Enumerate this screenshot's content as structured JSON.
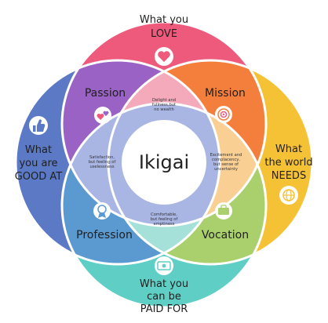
{
  "center_label": "Ikigai",
  "outer": {
    "love": {
      "line1": "What you",
      "line2": "LOVE",
      "icon": "heart-icon",
      "color": "#ee5a7c"
    },
    "needs": {
      "line1": "What",
      "line2": "the world",
      "line3": "NEEDS",
      "icon": "globe-icon",
      "color": "#f6c235"
    },
    "paid": {
      "line1": "What you",
      "line2": "can be",
      "line3": "PAID FOR",
      "icon": "money-icon",
      "color": "#5fcfc6"
    },
    "good": {
      "line1": "What",
      "line2": "you are",
      "line3": "GOOD AT",
      "icon": "thumbs-up-icon",
      "color": "#5b79c4"
    }
  },
  "overlaps": {
    "passion": {
      "label": "Passion",
      "icon": "hearts-icon",
      "color": "#9a62c4"
    },
    "mission": {
      "label": "Mission",
      "icon": "target-icon",
      "color": "#f47f3c"
    },
    "vocation": {
      "label": "Vocation",
      "icon": "briefcase-icon",
      "color": "#a9d06c"
    },
    "profession": {
      "label": "Profession",
      "icon": "badge-icon",
      "color": "#5b9ad0"
    }
  },
  "inner_notes": {
    "top": [
      "Delight and",
      "fullness,but",
      "no wealth"
    ],
    "right": [
      "Excitement and",
      "complacency,",
      "but sense of",
      "uncertainty"
    ],
    "bottom": [
      "Comfortable,",
      "but feeling of",
      "emptiness"
    ],
    "left": [
      "Satisfaction,",
      "but feeling of",
      "uselessness"
    ]
  }
}
